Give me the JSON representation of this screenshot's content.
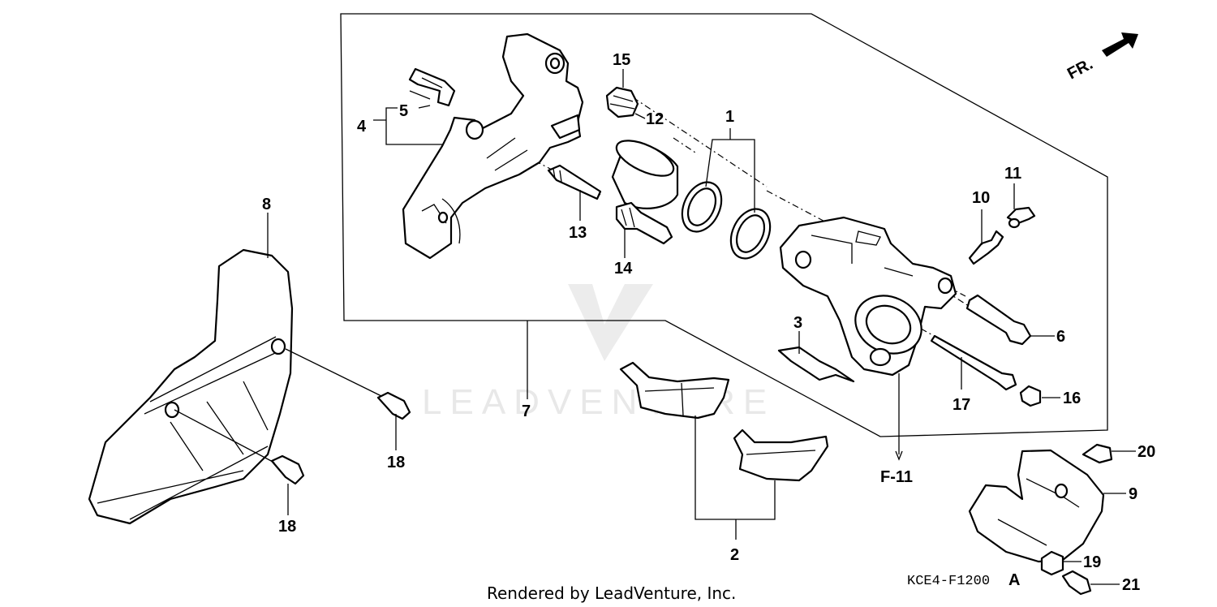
{
  "diagram": {
    "direction_label": "FR.",
    "reference_label": "F-11",
    "figure_code": "KCE4-F1200",
    "figure_code_suffix": "A",
    "watermark": "LEADVENTURE",
    "footer": "Rendered by LeadVenture, Inc.",
    "callouts": [
      "1",
      "2",
      "3",
      "4",
      "5",
      "6",
      "7",
      "8",
      "9",
      "10",
      "11",
      "12",
      "13",
      "14",
      "15",
      "16",
      "17",
      "18",
      "18",
      "19",
      "20",
      "21"
    ]
  }
}
